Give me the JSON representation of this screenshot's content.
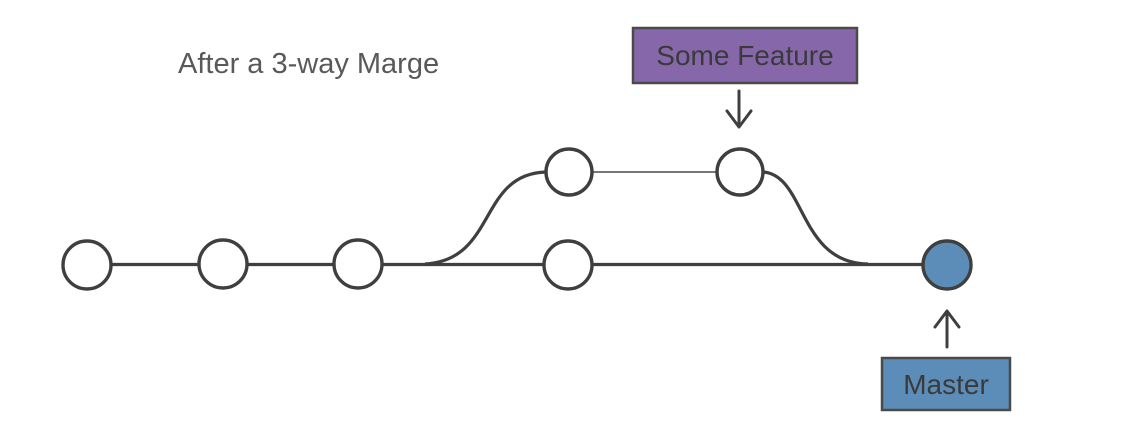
{
  "title": "After a 3-way Marge",
  "labels": {
    "feature": {
      "text": "Some Feature"
    },
    "master": {
      "text": "Master"
    }
  },
  "colors": {
    "feature_fill": "#8668aa",
    "master_fill": "#5b8db8",
    "merge_node_fill": "#5b8db8",
    "node_fill": "#ffffff"
  },
  "diagram": {
    "type": "git-branch-graph",
    "main_branch_commit_count": 4,
    "feature_branch_commit_count": 2,
    "merge_commit_count": 1,
    "description": "Main line of commits with a feature branch that splits after the third commit and merges back into a highlighted merge commit pointed to by Master; the feature branch tip is pointed to by Some Feature."
  }
}
